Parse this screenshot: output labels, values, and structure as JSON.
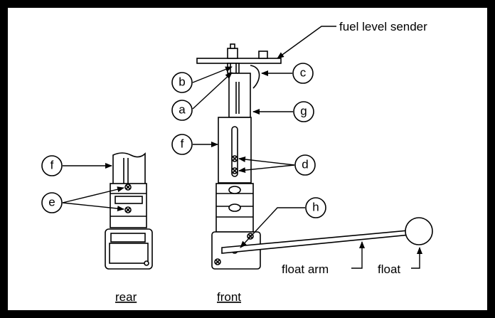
{
  "labels": {
    "fuel_level_sender": "fuel level sender",
    "float_arm": "float arm",
    "float": "float",
    "rear": "rear",
    "front": "front"
  },
  "callouts": {
    "a": "a",
    "b": "b",
    "c": "c",
    "d": "d",
    "e": "e",
    "f": "f",
    "g": "g",
    "h": "h"
  },
  "colors": {
    "ink": "#000000",
    "paper": "#ffffff"
  }
}
